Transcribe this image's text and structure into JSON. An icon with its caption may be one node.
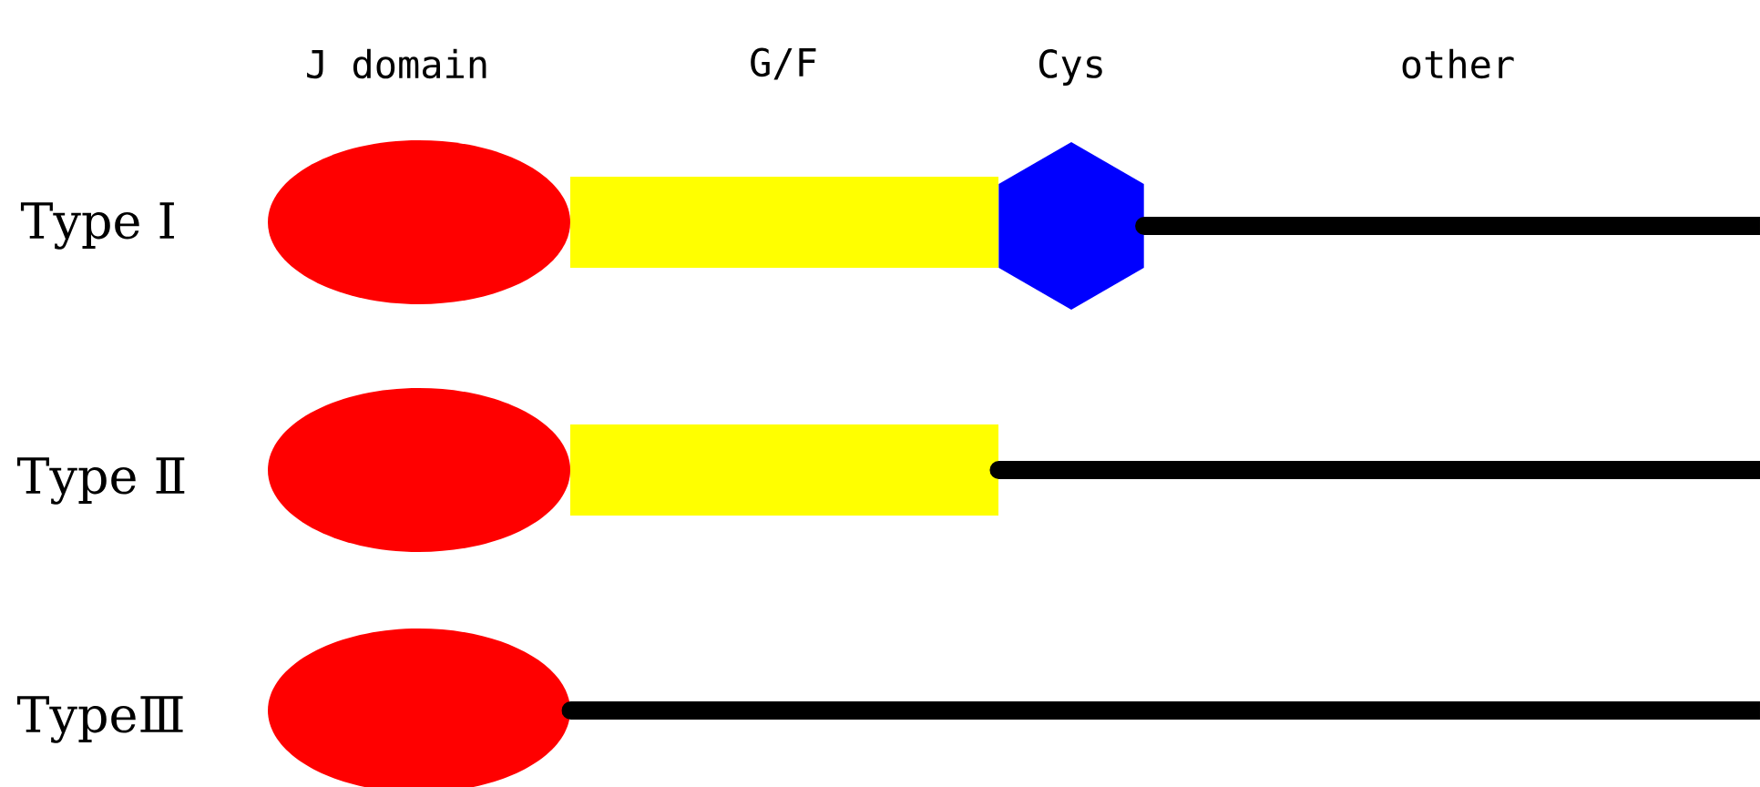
{
  "diagram": {
    "nodes": [
      {
        "text": [],
        "shape": "ellipse"
      },
      {
        "text": [],
        "shape": "bar"
      },
      {
        "text": [],
        "shape": "hexagon"
      },
      {
        "text": [],
        "shape": "ellipse"
      },
      {
        "text": [],
        "shape": "bar"
      },
      {
        "text": [],
        "shape": "ellipse"
      }
    ],
    "edges": [
      {
        "from": 2,
        "to": null,
        "arrow": "none"
      },
      {
        "from": 4,
        "to": null,
        "arrow": "none"
      },
      {
        "from": 5,
        "to": null,
        "arrow": "none"
      }
    ],
    "labels": [
      "J domain",
      "G/F",
      "Cys",
      "other",
      "Type Ⅰ",
      "Type Ⅱ",
      "TypeⅢ"
    ]
  }
}
